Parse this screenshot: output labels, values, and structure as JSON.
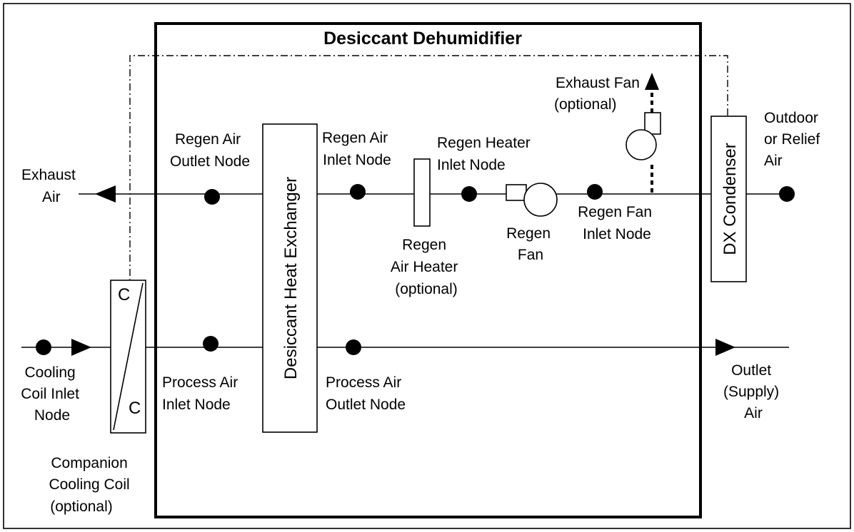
{
  "title": "Desiccant Dehumidifier",
  "labels": {
    "exhaust_air": [
      "Exhaust",
      "Air"
    ],
    "regen_air_outlet_node": [
      "Regen Air",
      "Outlet Node"
    ],
    "regen_air_inlet_node": [
      "Regen Air",
      "Inlet Node"
    ],
    "regen_heater_inlet_node": [
      "Regen Heater",
      "Inlet Node"
    ],
    "exhaust_fan": [
      "Exhaust Fan",
      "(optional)"
    ],
    "outdoor_relief_air": [
      "Outdoor",
      "or Relief",
      "Air"
    ],
    "regen_air_heater": [
      "Regen",
      "Air Heater",
      "(optional)"
    ],
    "regen_fan": [
      "Regen",
      "Fan"
    ],
    "regen_fan_inlet_node": [
      "Regen Fan",
      "Inlet Node"
    ],
    "cooling_coil_inlet_node": [
      "Cooling",
      "Coil Inlet",
      "Node"
    ],
    "process_air_inlet_node": [
      "Process Air",
      "Inlet Node"
    ],
    "process_air_outlet_node": [
      "Process Air",
      "Outlet Node"
    ],
    "outlet_supply_air": [
      "Outlet",
      "(Supply)",
      "Air"
    ],
    "companion_cooling_coil": [
      "Companion",
      "Cooling Coil",
      "(optional)"
    ],
    "desiccant_heat_exchanger": "Desiccant Heat Exchanger",
    "dx_condenser": "DX Condenser",
    "coil_letter_top": "C",
    "coil_letter_bottom": "C"
  }
}
